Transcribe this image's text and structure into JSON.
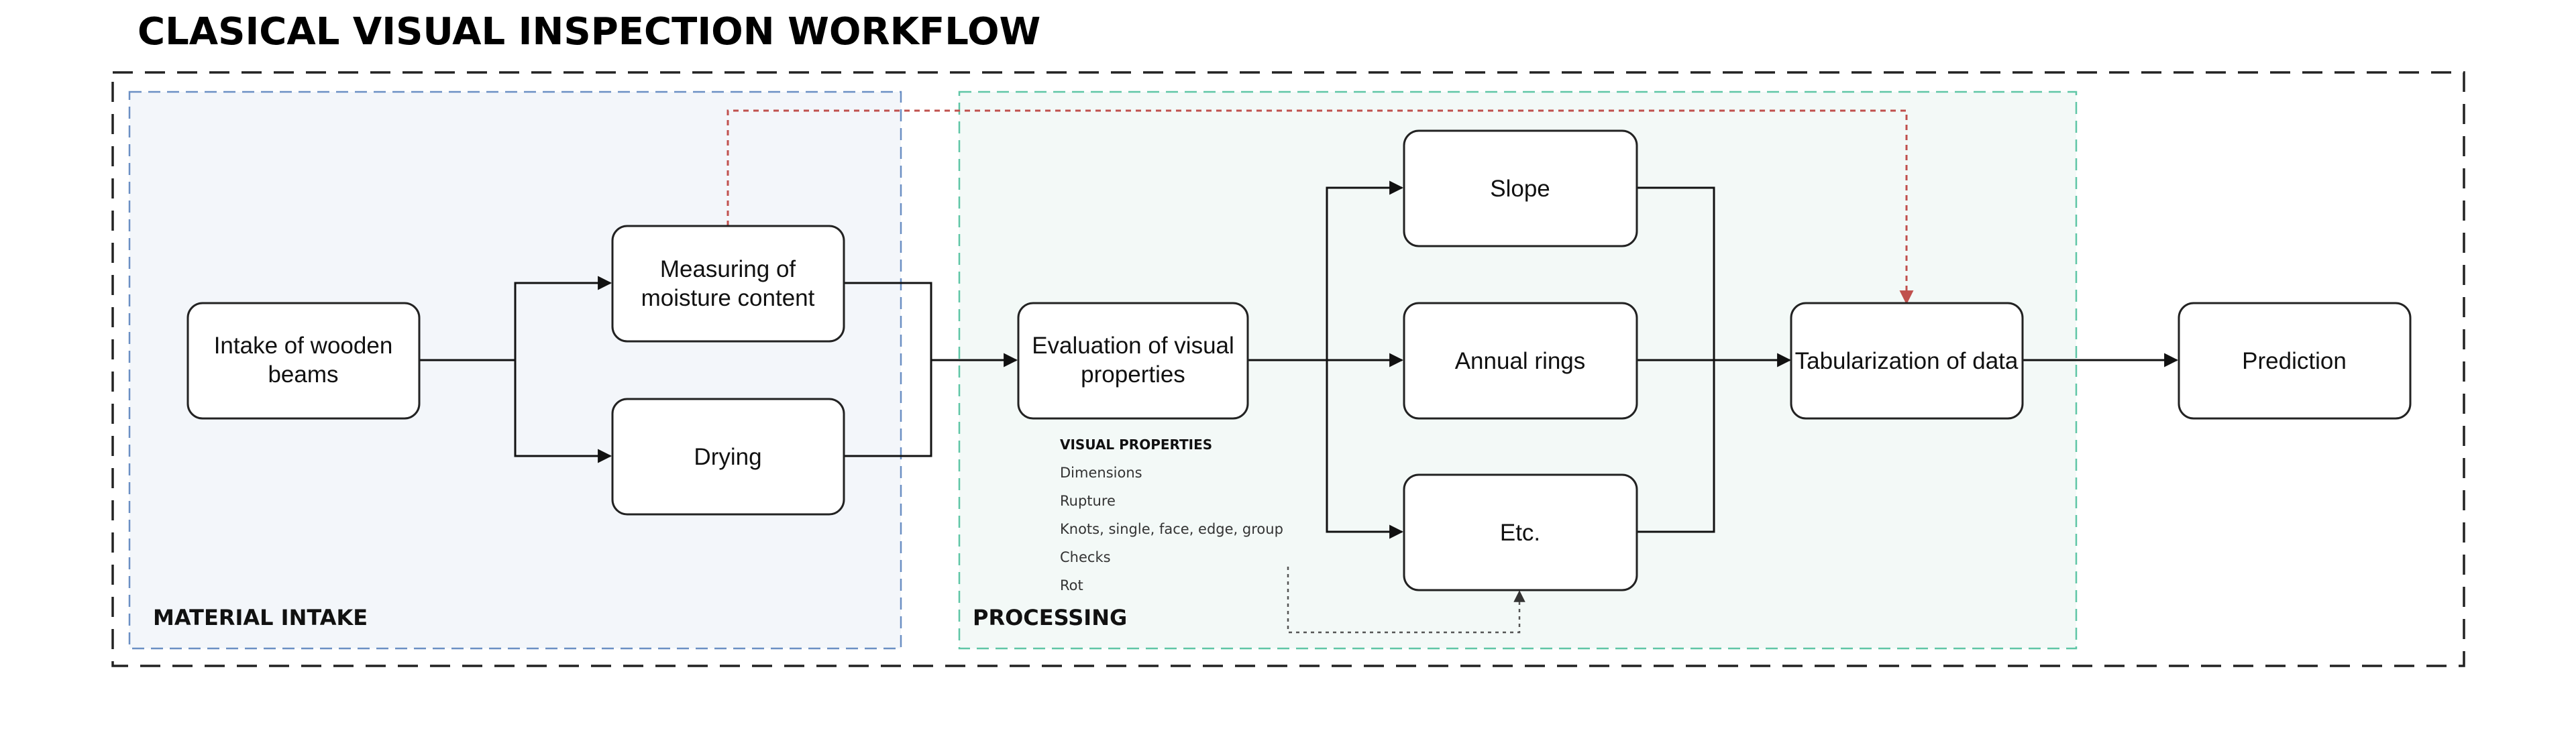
{
  "title": "CLASICAL VISUAL INSPECTION WORKFLOW",
  "groups": {
    "material_intake": {
      "label": "MATERIAL INTAKE",
      "border_color": "#6b8fc4",
      "fill": "#f3f6fa"
    },
    "processing": {
      "label": "PROCESSING",
      "border_color": "#5fc6a6",
      "fill": "#f3f9f7"
    }
  },
  "nodes": {
    "intake": {
      "lines": [
        "Intake of wooden",
        "beams"
      ]
    },
    "moisture": {
      "lines": [
        "Measuring of",
        "moisture content"
      ]
    },
    "drying": {
      "lines": [
        "Drying"
      ]
    },
    "evaluation": {
      "lines": [
        "Evaluation of visual",
        "properties"
      ]
    },
    "slope": {
      "lines": [
        "Slope"
      ]
    },
    "annual_rings": {
      "lines": [
        "Annual rings"
      ]
    },
    "etc": {
      "lines": [
        "Etc."
      ]
    },
    "tabularization": {
      "lines": [
        "Tabularization of data"
      ]
    },
    "prediction": {
      "lines": [
        "Prediction"
      ]
    }
  },
  "visual_properties": {
    "header": "VISUAL PROPERTIES",
    "items": [
      "Dimensions",
      "Rupture",
      "Knots, single, face, edge, group",
      "Checks",
      "Rot"
    ]
  },
  "colors": {
    "outer_border": "#222222",
    "moisture_link": "#c0504d",
    "dotted_link": "#777777"
  }
}
